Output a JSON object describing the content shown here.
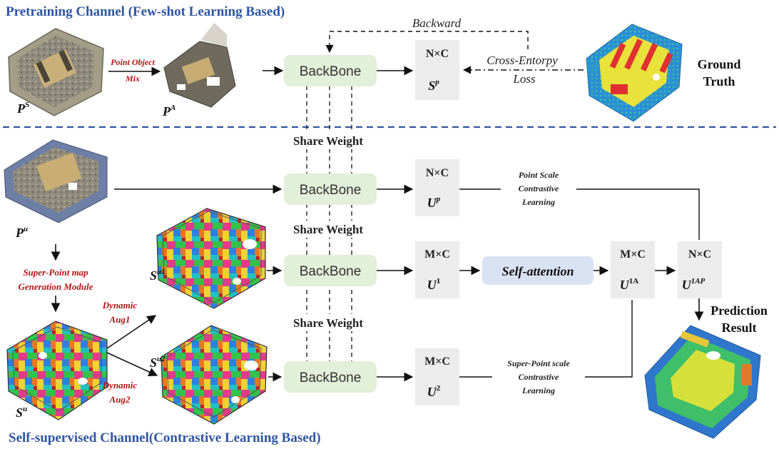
{
  "titles": {
    "pretraining": "Pretraining Channel (Few-shot Learning Based)",
    "selfsupervised": "Self-supervised Channel(Contrastive Learning Based)"
  },
  "backbone_label": "BackBone",
  "share_weight": "Share Weight",
  "top": {
    "ps_base": "P",
    "ps_sup": "S",
    "pa_base": "P",
    "pa_sup": "A",
    "mix_line1": "Point Object",
    "mix_line2": "Mix",
    "dim": "N×C",
    "sp_base": "S",
    "sp_sup": "p",
    "backward": "Backward",
    "loss_line1": "Cross-Entorpy",
    "loss_line2": "Loss",
    "gt_line1": "Ground",
    "gt_line2": "Truth"
  },
  "row1": {
    "pu_base": "P",
    "pu_sup": "u",
    "dim": "N×C",
    "up_base": "U",
    "up_sup": "p",
    "psc_line1": "Point Scale",
    "psc_line2": "Contrastive",
    "psc_line3": "Learning"
  },
  "row2": {
    "spm_line1": "Super-Point map",
    "spm_line2": "Generation Module",
    "dyn1_line1": "Dynamic",
    "dyn1_line2": "Aug1",
    "su1_base": "S",
    "su1_sup": "u1",
    "dim": "M×C",
    "u1_base": "U",
    "u1_sup": "1",
    "self_attention": "Self-attention",
    "dim_1a": "M×C",
    "u1a_base": "U",
    "u1a_sup": "1A",
    "dim_1ap": "N×C",
    "u1ap_base": "U",
    "u1ap_sup": "1AP"
  },
  "row3": {
    "su_base": "S",
    "su_sup": "u",
    "dyn2_line1": "Dynamic",
    "dyn2_line2": "Aug2",
    "su2_base": "S",
    "su2_sup": "u2",
    "dim": "M×C",
    "u2_base": "U",
    "u2_sup": "2",
    "spsc_line1": "Super-Point scale",
    "spsc_line2": "Contrastive",
    "spsc_line3": "Learning",
    "pred_line1": "Prediction",
    "pred_line2": "Result"
  },
  "colors": {
    "title_blue": "#2f55a0",
    "backbone_fill": "#e2efd9",
    "box_fill": "#ececec",
    "selfatt_fill": "#d9e2f3",
    "red_text": "#b01515"
  }
}
